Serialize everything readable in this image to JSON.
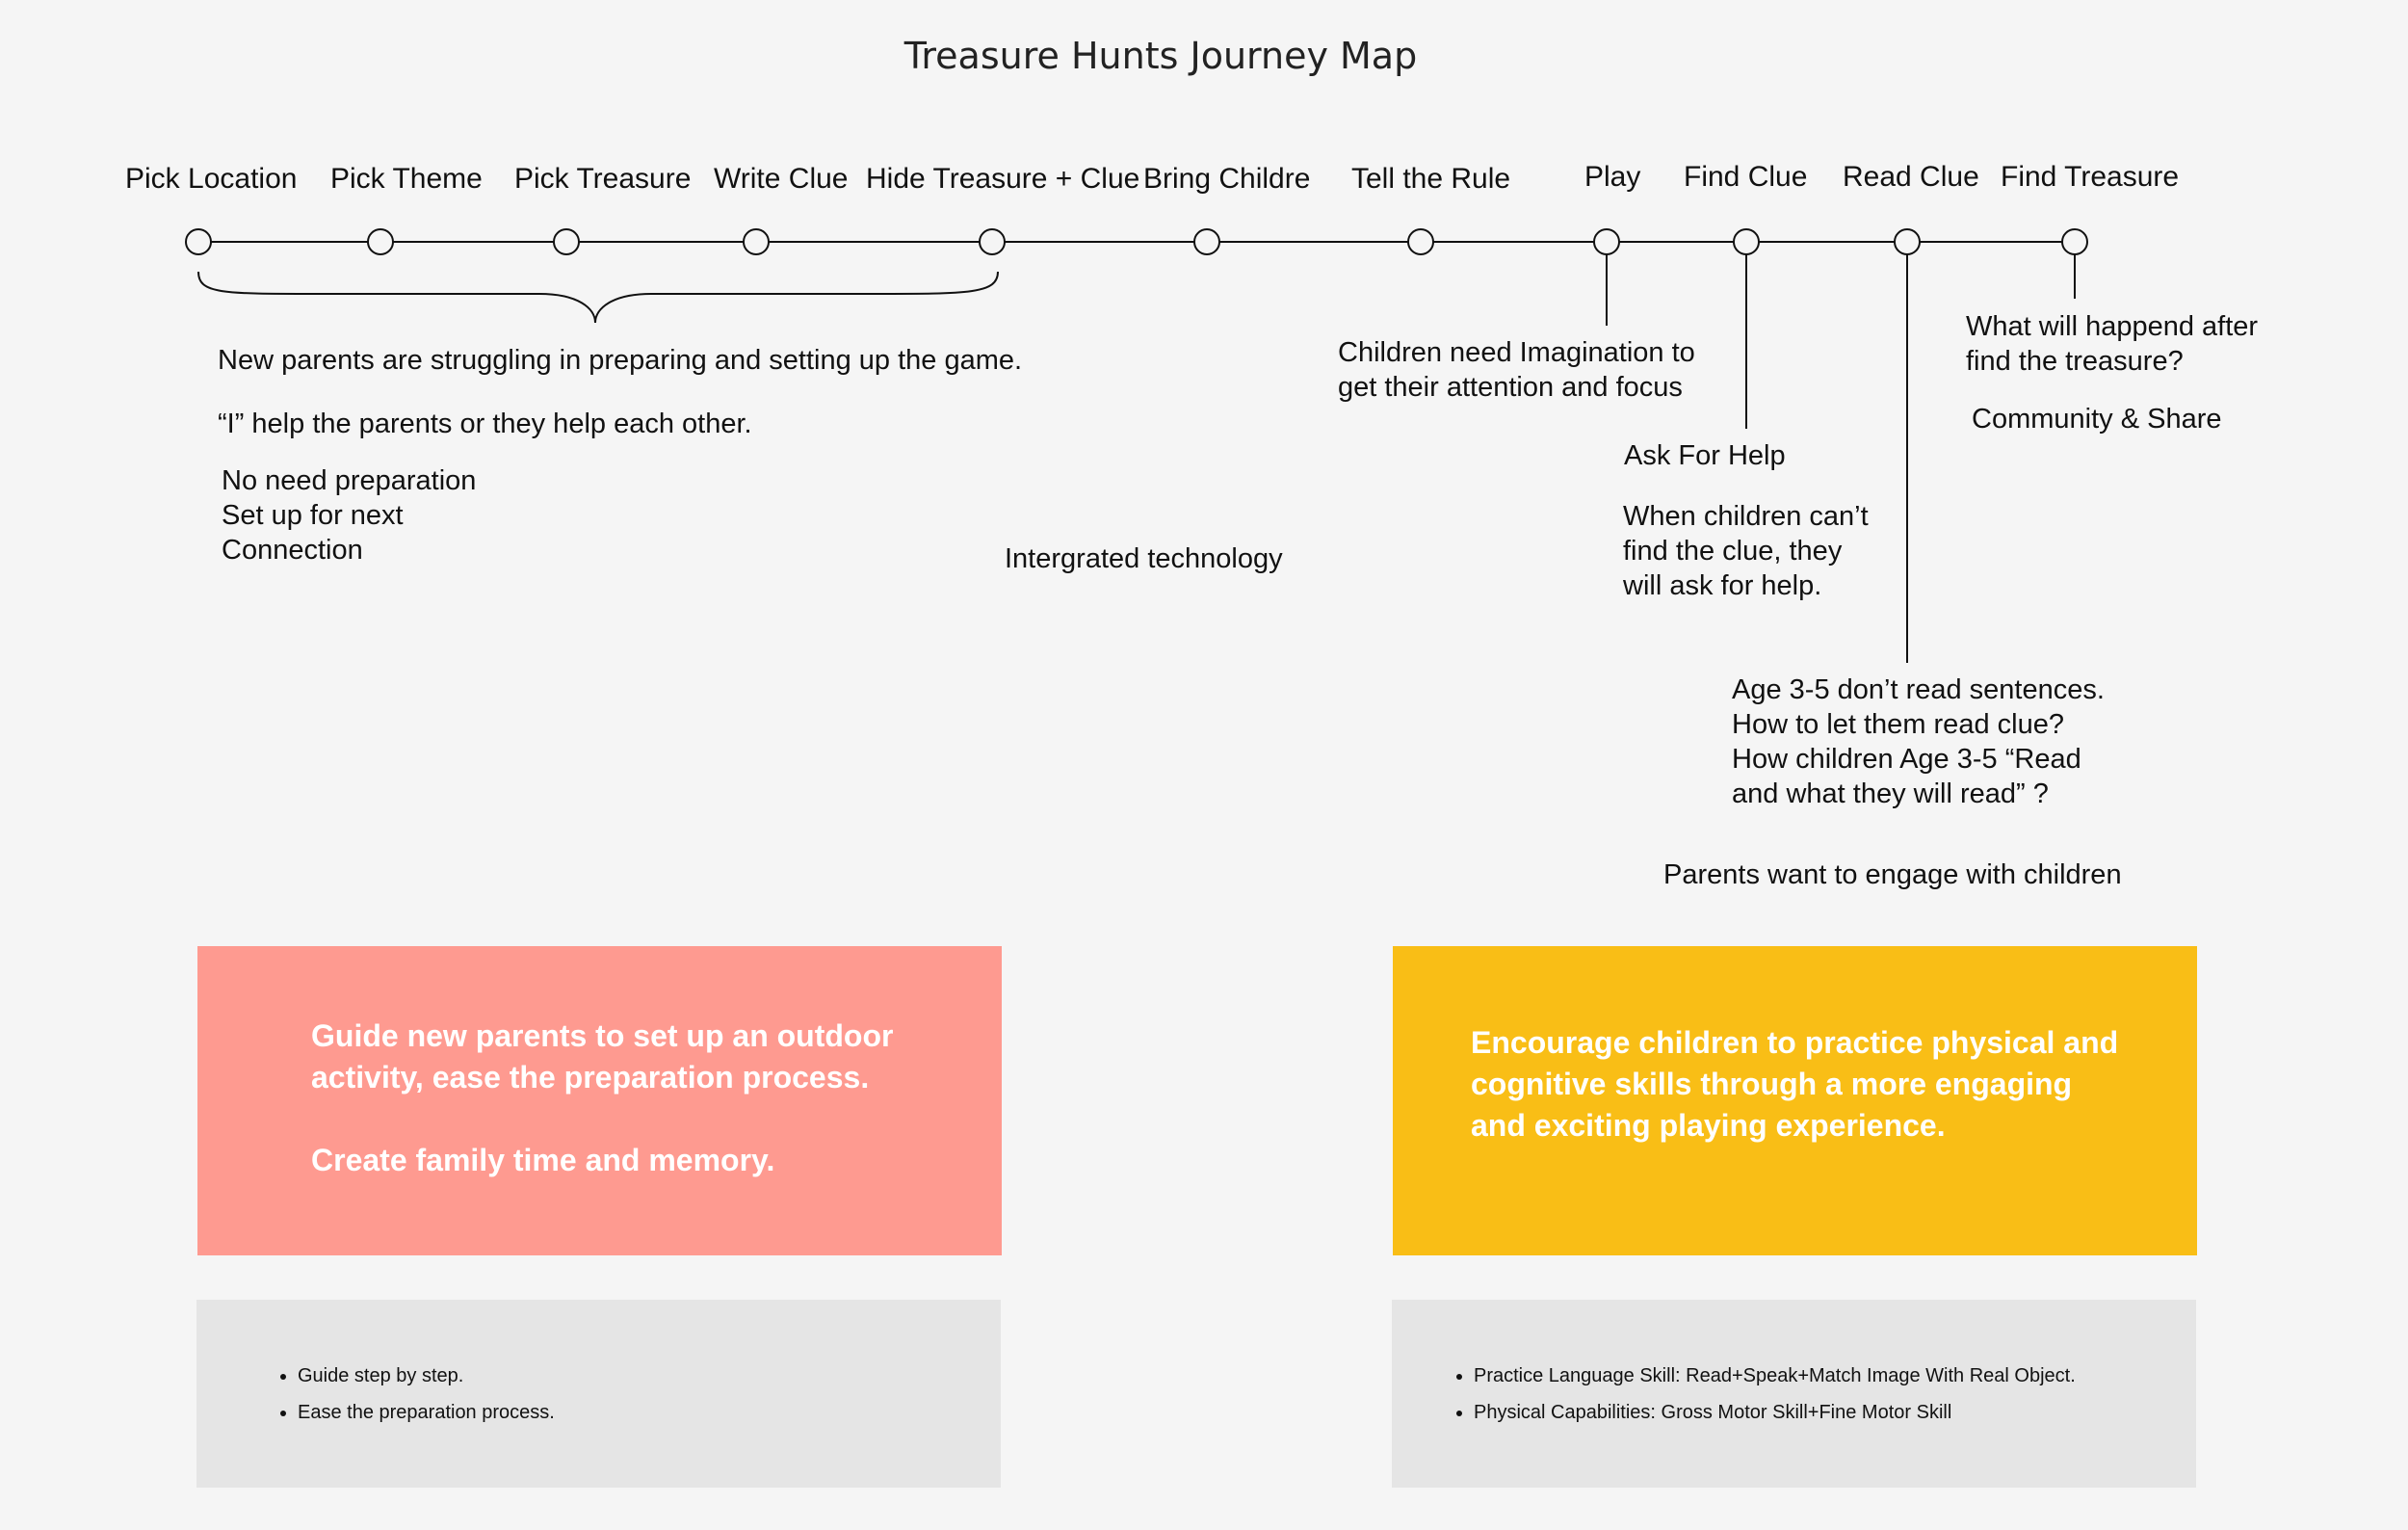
{
  "title": "Treasure Hunts Journey Map",
  "colors": {
    "background": "#f5f5f5",
    "pink_box": "#fe9a90",
    "yellow_box": "#f9be16",
    "detail_box": "#e5e5e5",
    "line": "#111111"
  },
  "steps": [
    "Pick Location",
    "Pick Theme",
    "Pick Treasure",
    "Write Clue",
    "Hide Treasure + Clue",
    "Bring Childre",
    "Tell the Rule",
    "Play",
    "Find Clue",
    "Read Clue",
    "Find Treasure"
  ],
  "notes": {
    "preparation": {
      "struggle": "New parents are struggling in preparing and setting up the game.",
      "help": "“I” help the parents or they help each other.",
      "list": [
        "No need preparation",
        "Set up for next",
        "Connection"
      ]
    },
    "technology": "Intergrated technology",
    "play": [
      "Children need Imagination to",
      "get their attention and focus"
    ],
    "find_clue": {
      "title": "Ask For Help",
      "lines": [
        "When children can’t",
        "find the clue, they",
        "will ask for help."
      ]
    },
    "read_clue": [
      "Age 3-5 don’t read sentences.",
      "How to let them read clue?",
      "How children Age 3-5 “Read",
      "and what they will read” ?"
    ],
    "engage": "Parents want to engage with children",
    "find_treasure": {
      "question": [
        "What will happend after",
        "find the treasure?"
      ],
      "community": "Community & Share"
    }
  },
  "goals": {
    "parents": {
      "lines": [
        "Guide new parents to set up an outdoor",
        "activity, ease the preparation process."
      ],
      "extra": "Create family time and memory.",
      "details": [
        "Guide step by step.",
        "Ease the preparation process."
      ]
    },
    "children": {
      "lines": [
        "Encourage children to practice physical and",
        "cognitive skills through a more engaging",
        "and exciting playing experience."
      ],
      "details": [
        "Practice Language Skill: Read+Speak+Match Image With Real Object.",
        "Physical Capabilities: Gross Motor Skill+Fine Motor Skill"
      ]
    }
  }
}
